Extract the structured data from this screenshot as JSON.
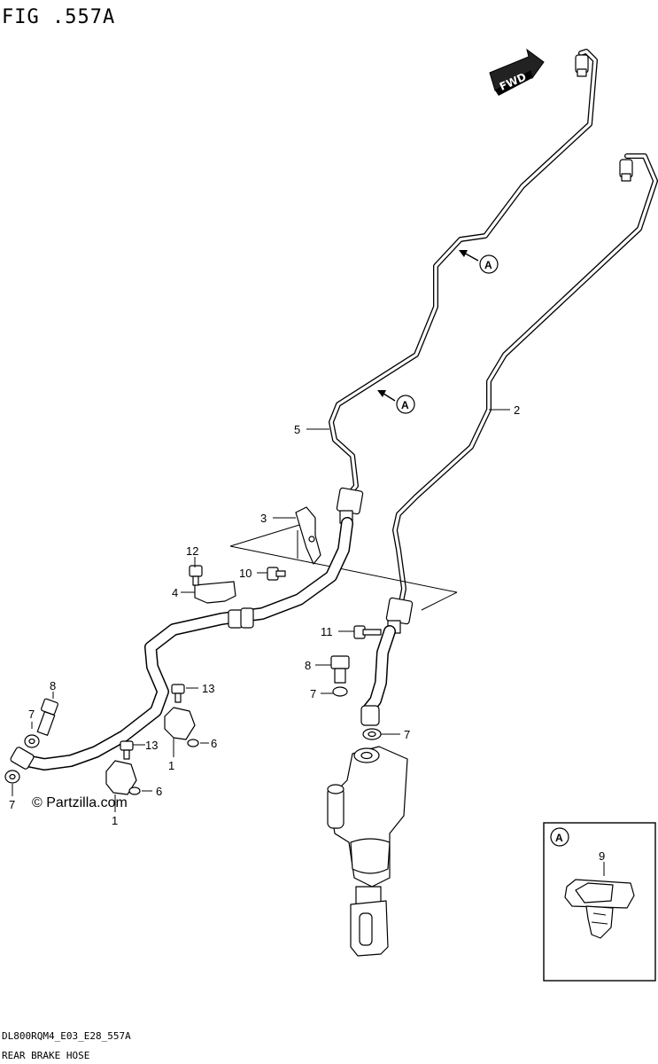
{
  "figure": {
    "title": "FIG .557A",
    "fwd_label": "FWD",
    "watermark": "© Partzilla.com",
    "footer_code": "DL800RQM4_E03_E28_557A",
    "footer_name": "REAR BRAKE HOSE"
  },
  "callouts": [
    {
      "id": "c1a",
      "text": "1"
    },
    {
      "id": "c1b",
      "text": "1"
    },
    {
      "id": "c2",
      "text": "2"
    },
    {
      "id": "c3",
      "text": "3"
    },
    {
      "id": "c4",
      "text": "4"
    },
    {
      "id": "c5",
      "text": "5"
    },
    {
      "id": "c6a",
      "text": "6"
    },
    {
      "id": "c6b",
      "text": "6"
    },
    {
      "id": "c7a",
      "text": "7"
    },
    {
      "id": "c7b",
      "text": "7"
    },
    {
      "id": "c7c",
      "text": "7"
    },
    {
      "id": "c7d",
      "text": "7"
    },
    {
      "id": "c8a",
      "text": "8"
    },
    {
      "id": "c8b",
      "text": "8"
    },
    {
      "id": "c9",
      "text": "9"
    },
    {
      "id": "c10",
      "text": "10"
    },
    {
      "id": "c11",
      "text": "11"
    },
    {
      "id": "c12",
      "text": "12"
    },
    {
      "id": "c13a",
      "text": "13"
    },
    {
      "id": "c13b",
      "text": "13"
    }
  ],
  "detail_marker": "A",
  "detail_inset_marker": "A",
  "colors": {
    "ink": "#000000",
    "paper": "#ffffff"
  }
}
